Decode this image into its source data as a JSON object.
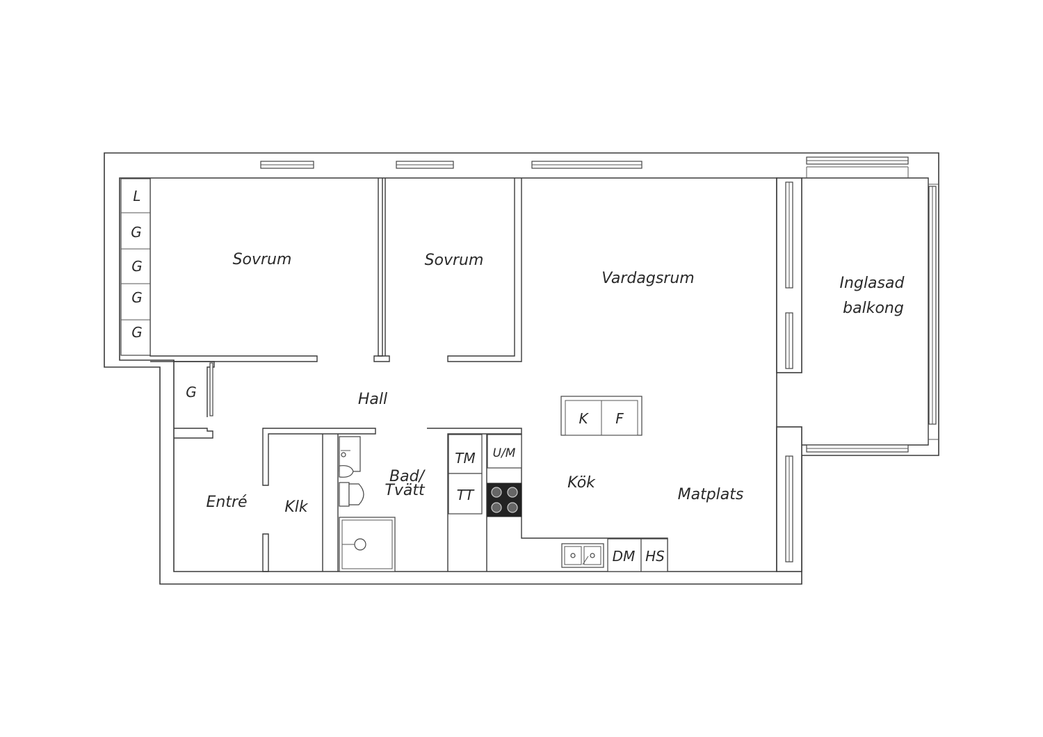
{
  "rooms": {
    "sovrum_1": "Sovrum",
    "sovrum_2": "Sovrum",
    "vardagsrum": "Vardagsrum",
    "balkong_line1": "Inglasad",
    "balkong_line2": "balkong",
    "hall": "Hall",
    "entre": "Entré",
    "klk": "Klk",
    "bad_line1": "Bad/",
    "bad_line2": "Tvätt",
    "kok": "Kök",
    "matplats": "Matplats"
  },
  "fixtures": {
    "wardrobe_l": "L",
    "wardrobe_g1": "G",
    "wardrobe_g2": "G",
    "wardrobe_g3": "G",
    "wardrobe_g4": "G",
    "hall_wardrobe_g": "G",
    "kyl": "K",
    "frys": "F",
    "tm": "TM",
    "tt": "TT",
    "um": "U/M",
    "dm": "DM",
    "hs": "HS"
  }
}
